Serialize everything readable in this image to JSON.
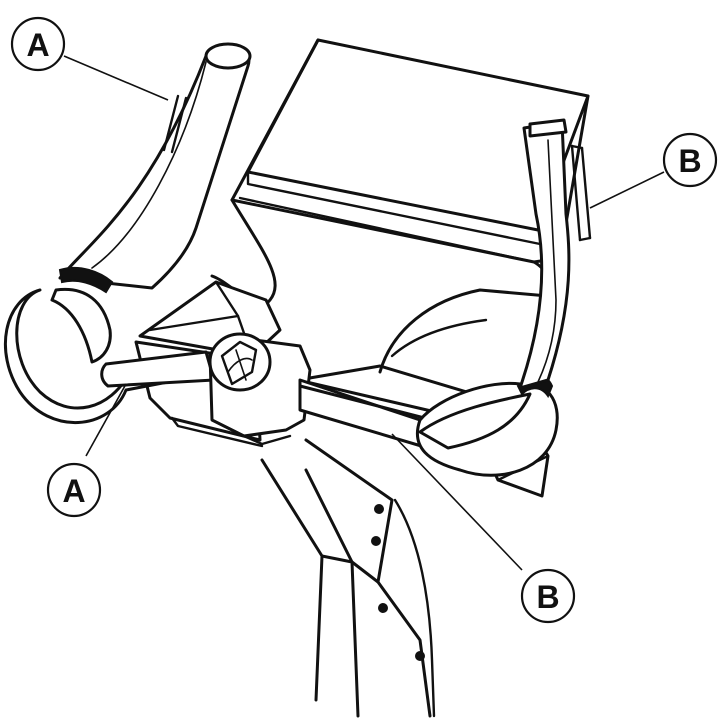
{
  "callouts": [
    {
      "label": "A"
    },
    {
      "label": "B"
    },
    {
      "label": "A"
    },
    {
      "label": "B"
    }
  ]
}
